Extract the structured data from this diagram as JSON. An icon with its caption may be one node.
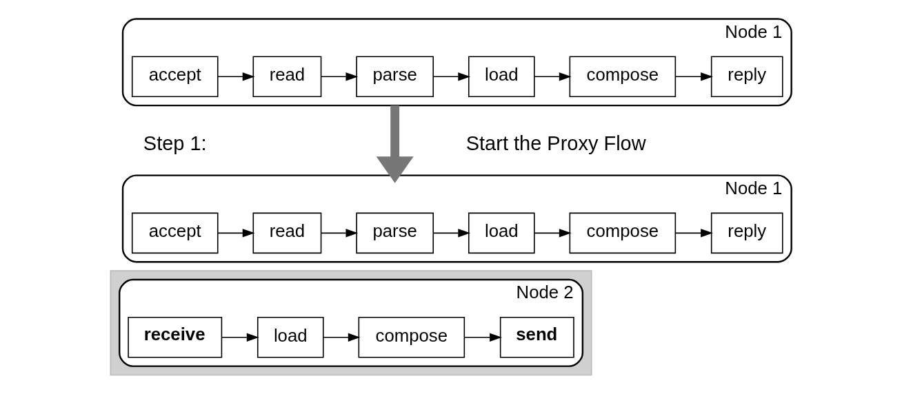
{
  "diagram": {
    "nodes": [
      {
        "text": [
          "Node 1"
        ]
      },
      {
        "text": [
          "accept"
        ],
        "in": 0
      },
      {
        "text": [
          "read"
        ],
        "in": 0
      },
      {
        "text": [
          "parse"
        ],
        "in": 0
      },
      {
        "text": [
          "load"
        ],
        "in": 0
      },
      {
        "text": [
          "compose"
        ],
        "in": 0
      },
      {
        "text": [
          "reply"
        ],
        "in": 0
      },
      {
        "text": [
          "Node 1"
        ]
      },
      {
        "text": [
          "accept"
        ],
        "in": 7
      },
      {
        "text": [
          "read"
        ],
        "in": 7
      },
      {
        "text": [
          "parse"
        ],
        "in": 7
      },
      {
        "text": [
          "load"
        ],
        "in": 7
      },
      {
        "text": [
          "compose"
        ],
        "in": 7
      },
      {
        "text": [
          "reply"
        ],
        "in": 7
      },
      {
        "text": [],
        "shape": "box"
      },
      {
        "text": [
          "Node 2"
        ],
        "in": 14
      },
      {
        "text": [
          "receive"
        ],
        "in": 15
      },
      {
        "text": [
          "load"
        ],
        "in": 15
      },
      {
        "text": [
          "compose"
        ],
        "in": 15
      },
      {
        "text": [
          "send"
        ],
        "in": 15
      }
    ],
    "edges": [
      {
        "from": 1,
        "to": 2,
        "arrow": "to"
      },
      {
        "from": 2,
        "to": 3,
        "arrow": "to"
      },
      {
        "from": 3,
        "to": 4,
        "arrow": "to"
      },
      {
        "from": 4,
        "to": 5,
        "arrow": "to"
      },
      {
        "from": 5,
        "to": 6,
        "arrow": "to"
      },
      {
        "from": 0,
        "to": 7,
        "arrow": "to",
        "style": "thick",
        "color": "#777777"
      },
      {
        "from": 8,
        "to": 9,
        "arrow": "to"
      },
      {
        "from": 9,
        "to": 10,
        "arrow": "to"
      },
      {
        "from": 10,
        "to": 11,
        "arrow": "to"
      },
      {
        "from": 11,
        "to": 12,
        "arrow": "to"
      },
      {
        "from": 12,
        "to": 13,
        "arrow": "to"
      },
      {
        "from": 16,
        "to": 17,
        "arrow": "to"
      },
      {
        "from": 17,
        "to": 18,
        "arrow": "to"
      },
      {
        "from": 18,
        "to": 19,
        "arrow": "to"
      }
    ],
    "labels": [
      "Step 1:",
      "Start the Proxy Flow"
    ]
  }
}
